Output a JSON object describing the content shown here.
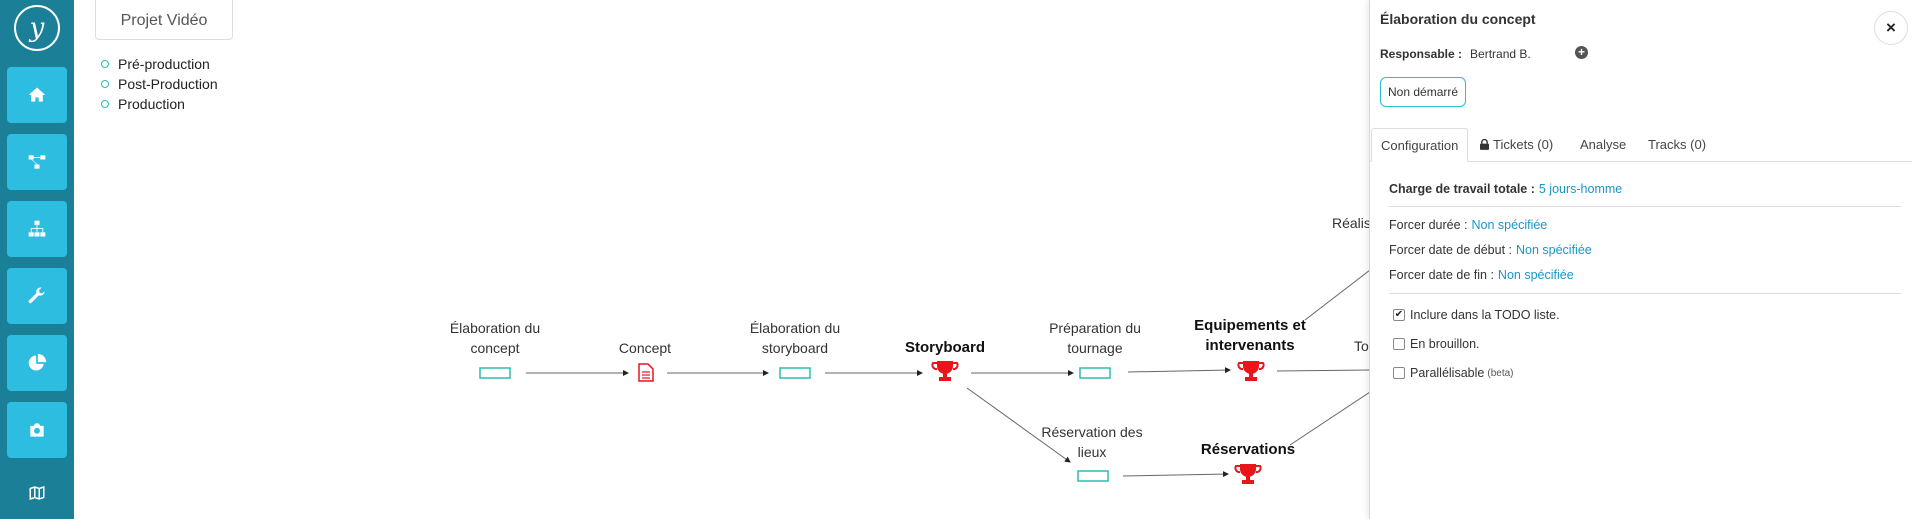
{
  "app": {
    "logo_letter": "y"
  },
  "sidebar": {
    "items": [
      {
        "icon": "home-icon"
      },
      {
        "icon": "workflow-icon"
      },
      {
        "icon": "hierarchy-icon"
      },
      {
        "icon": "wrench-icon"
      },
      {
        "icon": "pie-chart-icon"
      },
      {
        "icon": "camera-icon"
      },
      {
        "icon": "map-icon"
      }
    ]
  },
  "project": {
    "title": "Projet Vidéo",
    "phases": [
      "Pré-production",
      "Post-Production",
      "Production"
    ]
  },
  "diagram": {
    "nodes": {
      "elab_concept": "Élaboration du concept",
      "concept": "Concept",
      "elab_storyboard": "Élaboration du storyboard",
      "storyboard": "Storyboard",
      "prep_tournage": "Préparation du tournage",
      "equipements": "Equipements et intervenants",
      "reservation_lieux": "Réservation des lieux",
      "reservations": "Réservations",
      "realis_partial": "Réalis",
      "to_partial": "To"
    },
    "colors": {
      "task": "#2cbdb0",
      "milestone": "#e8151b"
    }
  },
  "panel": {
    "title": "Élaboration du concept",
    "close_label": "×",
    "responsable_label": "Responsable :",
    "responsable_value": "Bertrand B.",
    "add_label": "+",
    "status": "Non démarré",
    "tabs": [
      "Configuration",
      "Tickets (0)",
      "Analyse",
      "Tracks (0)"
    ],
    "config": {
      "charge_label": "Charge de travail totale :",
      "charge_value": "5 jours-homme",
      "duree_label": "Forcer durée :",
      "duree_value": "Non spécifiée",
      "debut_label": "Forcer date de début :",
      "debut_value": "Non spécifiée",
      "fin_label": "Forcer date de fin :",
      "fin_value": "Non spécifiée"
    },
    "options": [
      {
        "label": "Inclure dans la TODO liste.",
        "checked": true
      },
      {
        "label": "En brouillon.",
        "checked": false
      },
      {
        "label": "Parallélisable",
        "suffix": "(beta)",
        "checked": false
      }
    ],
    "check_mark": "✔"
  }
}
